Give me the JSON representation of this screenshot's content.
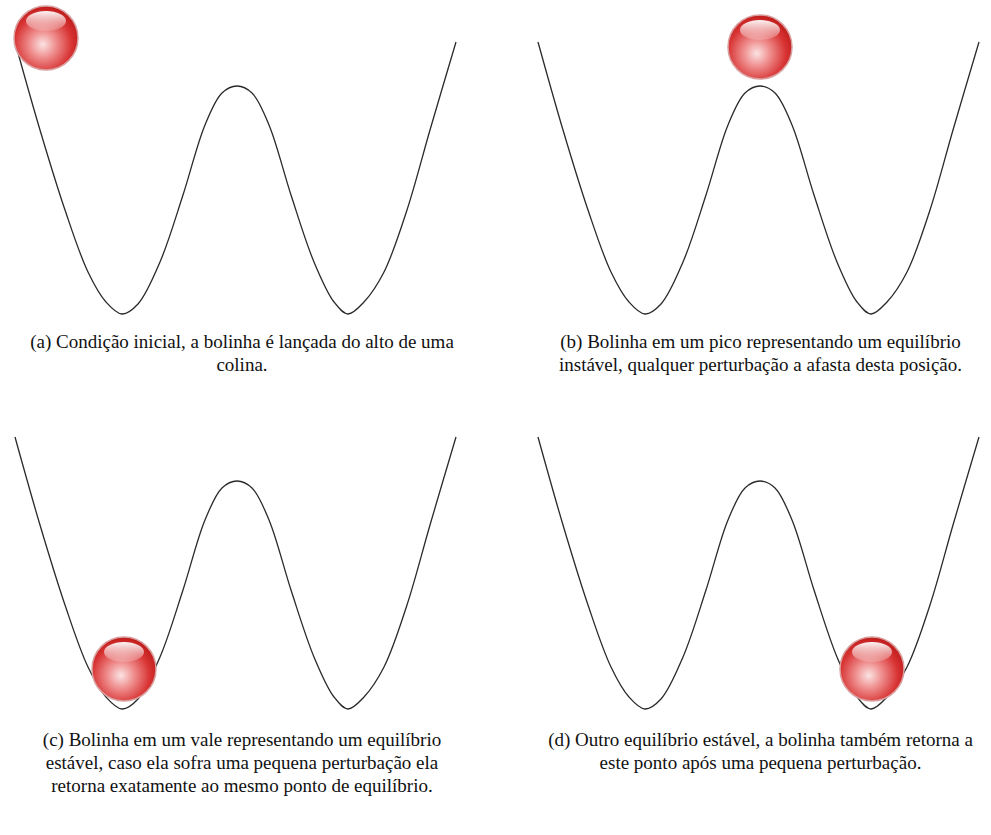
{
  "diagram": {
    "labels": [
      "(a) Condição inicial, a bolinha é lançada do alto de uma colina.",
      "(b) Bolinha em um pico representando um equilíbrio instável, qualquer perturbação a afasta desta posição.",
      "(c) Bolinha em um vale representando um equilíbrio estável, caso ela sofra uma pequena perturbação ela retorna exatamente ao mesmo ponto de equilíbrio.",
      "(d) Outro equilíbrio estável, a bolinha também retorna a este ponto após uma pequena perturbação."
    ]
  }
}
